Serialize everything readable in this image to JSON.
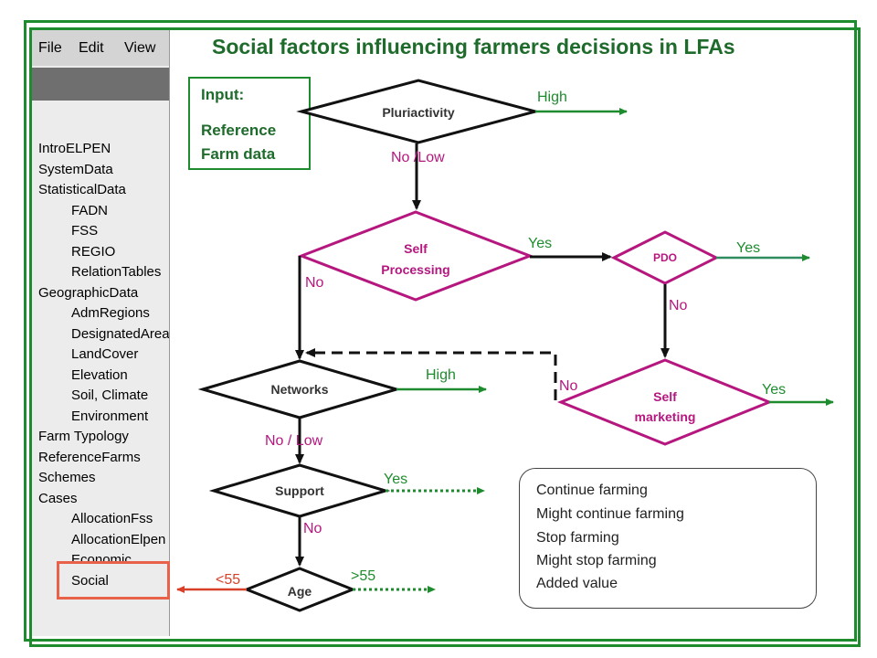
{
  "title": "Social factors influencing farmers decisions in LFAs",
  "menu": {
    "file": "File",
    "edit": "Edit",
    "view": "View"
  },
  "nav": {
    "items": [
      {
        "label": "IntroELPEN",
        "level": "top"
      },
      {
        "label": "SystemData",
        "level": "top"
      },
      {
        "label": "StatisticalData",
        "level": "top"
      },
      {
        "label": "FADN",
        "level": "sub"
      },
      {
        "label": "FSS",
        "level": "sub"
      },
      {
        "label": "REGIO",
        "level": "sub"
      },
      {
        "label": "RelationTables",
        "level": "sub"
      },
      {
        "label": "GeographicData",
        "level": "top"
      },
      {
        "label": "AdmRegions",
        "level": "sub"
      },
      {
        "label": "DesignatedAreas",
        "level": "sub"
      },
      {
        "label": "LandCover",
        "level": "sub"
      },
      {
        "label": "Elevation",
        "level": "sub"
      },
      {
        "label": "Soil, Climate",
        "level": "sub"
      },
      {
        "label": "Environment",
        "level": "sub"
      },
      {
        "label": "Farm Typology",
        "level": "top"
      },
      {
        "label": "ReferenceFarms",
        "level": "top"
      },
      {
        "label": "Schemes",
        "level": "top"
      },
      {
        "label": "Cases",
        "level": "top"
      },
      {
        "label": "AllocationFss",
        "level": "sub"
      },
      {
        "label": "AllocationElpen",
        "level": "sub"
      },
      {
        "label": "Economic",
        "level": "sub"
      },
      {
        "label": "Social",
        "level": "sub"
      }
    ]
  },
  "input": {
    "heading": "Input:",
    "body": "Reference Farm data"
  },
  "nodes": {
    "pluriactivity": "Pluriactivity",
    "self_processing_1": "Self",
    "self_processing_2": "Processing",
    "pdo": "PDO",
    "networks": "Networks",
    "self_marketing_1": "Self",
    "self_marketing_2": "marketing",
    "support": "Support",
    "age": "Age"
  },
  "labels": {
    "high_1": "High",
    "no_low_1": "No /Low",
    "yes_1": "Yes",
    "yes_2": "Yes",
    "no_1": "No",
    "no_2": "No",
    "high_2": "High",
    "no_3": "No",
    "yes_3": "Yes",
    "no_low_2": "No / Low",
    "yes_4": "Yes",
    "no_4": "No",
    "lt55": "<55",
    "gt55": ">55"
  },
  "legend": {
    "continue": "Continue farming",
    "might_continue": "Might continue farming",
    "stop": "Stop farming",
    "might_stop": "Might stop farming",
    "added_value": "Added value"
  },
  "colors": {
    "green": "#1e8c2e",
    "magenta": "#b5177f",
    "red": "#d8402a",
    "frame": "#1e8c2e"
  }
}
